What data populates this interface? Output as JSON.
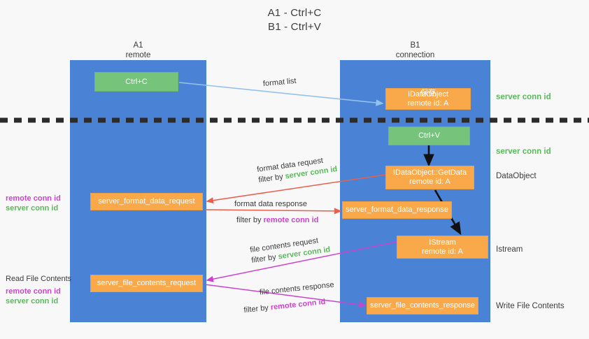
{
  "title": {
    "line1": "A1 - Ctrl+C",
    "line2": "B1 - Ctrl+V"
  },
  "columns": [
    {
      "id": "a1",
      "name": "A1",
      "role": "remote"
    },
    {
      "id": "b1",
      "name": "B1",
      "role": "connection"
    }
  ],
  "nodes": {
    "ctrl_c": {
      "label": "Ctrl+C",
      "color": "#76c47c"
    },
    "ctrl_v": {
      "label": "Ctrl+V",
      "color": "#76c47c"
    },
    "idataobject": {
      "line1": "IDataObject",
      "line1_overlay": "保存",
      "line2": "remote id: A",
      "color": "#f9a94a"
    },
    "getdata": {
      "line1": "IDataObject::GetData",
      "line2": "remote id: A",
      "color": "#f9a94a"
    },
    "istream": {
      "line1": "IStream",
      "line2": "remote id: A",
      "color": "#f9a94a"
    },
    "fmt_req": {
      "label": "server_format_data_request",
      "color": "#f9a94a"
    },
    "fmt_resp": {
      "label": "server_format_data_response",
      "color": "#f9a94a"
    },
    "file_req": {
      "label": "server_file_contents_request",
      "color": "#f9a94a"
    },
    "file_resp": {
      "label": "server_file_contents_response",
      "color": "#f9a94a"
    }
  },
  "edges": [
    {
      "id": "format_list",
      "label": "format list",
      "color": "#93c2ea"
    },
    {
      "id": "fmt_data_req",
      "label1": "format data request",
      "label2_prefix": "filter by ",
      "label2_key": "server conn id",
      "color": "#e8604c"
    },
    {
      "id": "fmt_data_resp",
      "label1": "format data response",
      "label2_prefix": "filter by ",
      "label2_key": "remote conn id",
      "color": "#e8604c"
    },
    {
      "id": "file_contents_req",
      "label1": "file contents request",
      "label2_prefix": "filter by ",
      "label2_key": "server conn id",
      "color": "#cc44cc"
    },
    {
      "id": "file_contents_resp",
      "label1": "file contents response",
      "label2_prefix": "filter by ",
      "label2_key": "remote conn id",
      "color": "#cc44cc"
    }
  ],
  "right_labels": [
    {
      "id": "server_conn_id_top",
      "text": "server conn id",
      "accent": true
    },
    {
      "id": "server_conn_id_mid",
      "text": "server conn id",
      "accent": true
    },
    {
      "id": "dataobject",
      "text": "DataObject",
      "accent": false
    },
    {
      "id": "istream",
      "text": "Istream",
      "accent": false
    },
    {
      "id": "write_file_contents",
      "text": "Write File Contents",
      "accent": false
    }
  ],
  "left_labels": [
    {
      "id": "conn_ids_upper",
      "remote": "remote conn id",
      "server": "server conn id"
    },
    {
      "id": "read_file_contents",
      "title": "Read File Contents",
      "remote": "remote conn id",
      "server": "server conn id"
    }
  ],
  "colors": {
    "lane": "#4a82d6",
    "green_node": "#76c47c",
    "orange_node": "#f9a94a",
    "remote_conn_id": "#cc44cc",
    "server_conn_id": "#5cb85c",
    "red_arrow": "#e8604c",
    "blue_arrow": "#93c2ea",
    "divider": "#2b2b2b",
    "background": "#f8f8f8"
  },
  "divider": {
    "style": "dashed",
    "label": ""
  }
}
